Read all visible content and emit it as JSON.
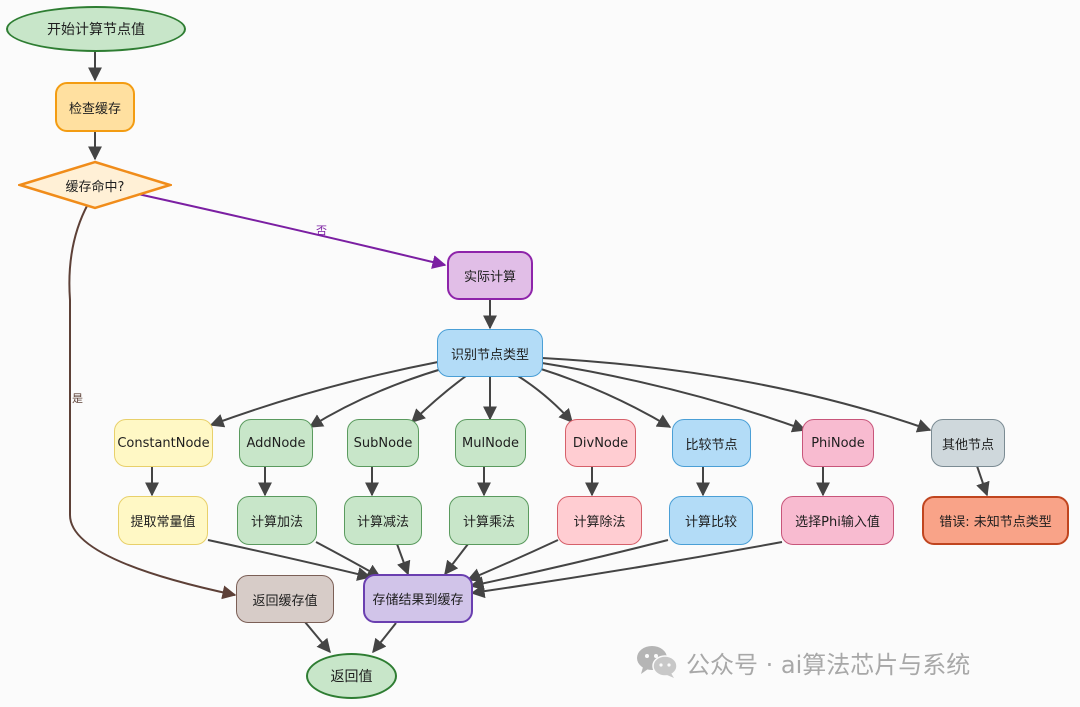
{
  "nodes": {
    "start": "开始计算节点值",
    "check_cache": "检查缓存",
    "cache_hit": "缓存命中?",
    "actual_compute": "实际计算",
    "identify_type": "识别节点类型",
    "constant_node": "ConstantNode",
    "add_node": "AddNode",
    "sub_node": "SubNode",
    "mul_node": "MulNode",
    "div_node": "DivNode",
    "compare_node": "比较节点",
    "phi_node": "PhiNode",
    "other_node": "其他节点",
    "extract_constant": "提取常量值",
    "compute_add": "计算加法",
    "compute_sub": "计算减法",
    "compute_mul": "计算乘法",
    "compute_div": "计算除法",
    "compute_compare": "计算比较",
    "select_phi": "选择Phi输入值",
    "error_unknown": "错误: 未知节点类型",
    "return_cached": "返回缓存值",
    "store_result": "存储结果到缓存",
    "return_value": "返回值"
  },
  "edge_labels": {
    "no": "否",
    "yes": "是"
  },
  "watermark": {
    "text": "公众号 · ai算法芯片与系统",
    "icon": "wechat-icon"
  },
  "colors": {
    "edge": "#4a4a4a",
    "no_edge": "#7b1fa2",
    "yes_edge": "#5d4037"
  }
}
